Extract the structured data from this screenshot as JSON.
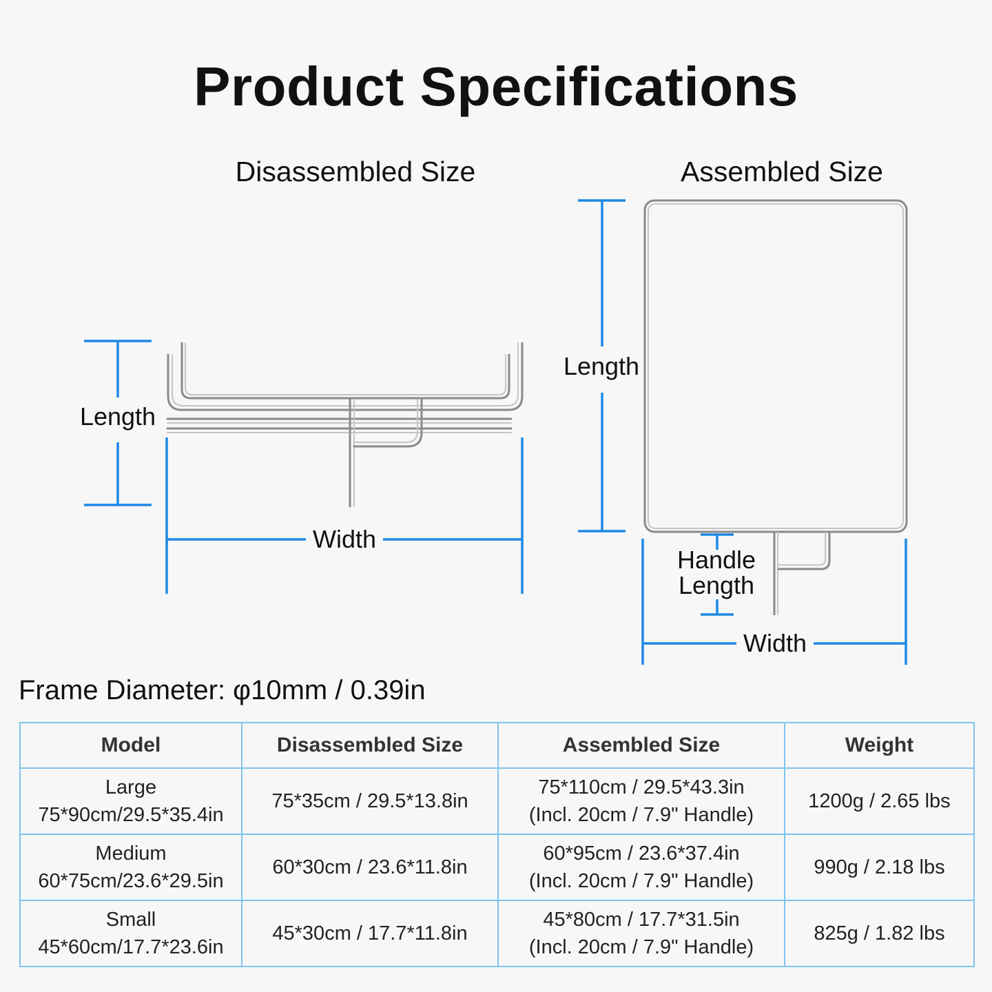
{
  "title": "Product Specifications",
  "disassembled": {
    "heading": "Disassembled Size",
    "length_label": "Length",
    "width_label": "Width"
  },
  "assembled": {
    "heading": "Assembled Size",
    "length_label": "Length",
    "handle_label_line1": "Handle",
    "handle_label_line2": "Length",
    "width_label": "Width"
  },
  "frame_diameter": "Frame Diameter: φ10mm / 0.39in",
  "colors": {
    "dimension_line": "#1e88e5",
    "frame": "#8a8a8a",
    "table_border": "#7ec3ea"
  },
  "table": {
    "headers": [
      "Model",
      "Disassembled Size",
      "Assembled Size",
      "Weight"
    ],
    "rows": [
      {
        "model_name": "Large",
        "model_size": "75*90cm/29.5*35.4in",
        "disassembled": "75*35cm / 29.5*13.8in",
        "assembled_line1": "75*110cm / 29.5*43.3in",
        "assembled_line2": "(Incl. 20cm / 7.9\" Handle)",
        "weight": "1200g / 2.65 lbs"
      },
      {
        "model_name": "Medium",
        "model_size": "60*75cm/23.6*29.5in",
        "disassembled": "60*30cm / 23.6*11.8in",
        "assembled_line1": "60*95cm / 23.6*37.4in",
        "assembled_line2": "(Incl. 20cm / 7.9\" Handle)",
        "weight": "990g / 2.18 lbs"
      },
      {
        "model_name": "Small",
        "model_size": "45*60cm/17.7*23.6in",
        "disassembled": "45*30cm / 17.7*11.8in",
        "assembled_line1": "45*80cm / 17.7*31.5in",
        "assembled_line2": "(Incl. 20cm / 7.9\" Handle)",
        "weight": "825g / 1.82 lbs"
      }
    ]
  }
}
